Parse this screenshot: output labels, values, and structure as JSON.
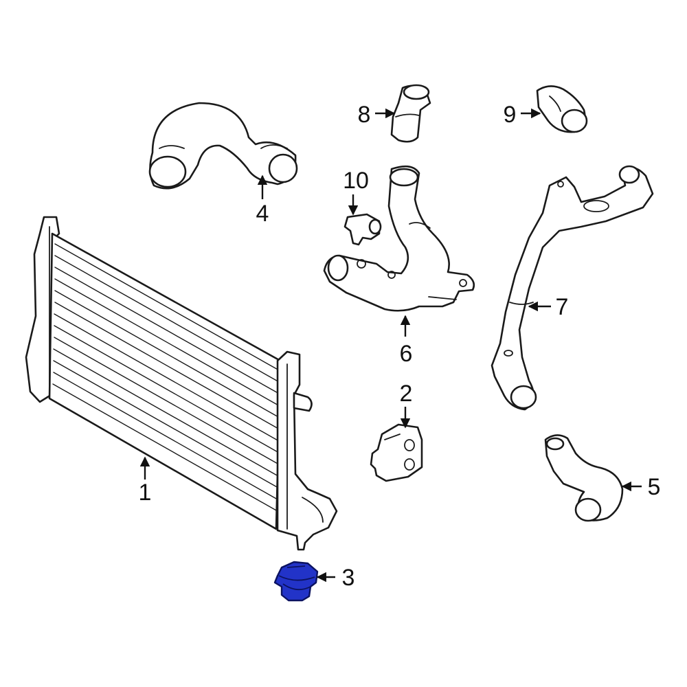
{
  "callouts": [
    {
      "id": "1",
      "label": "1",
      "highlighted": false
    },
    {
      "id": "2",
      "label": "2",
      "highlighted": false
    },
    {
      "id": "3",
      "label": "3",
      "highlighted": true
    },
    {
      "id": "4",
      "label": "4",
      "highlighted": false
    },
    {
      "id": "5",
      "label": "5",
      "highlighted": false
    },
    {
      "id": "6",
      "label": "6",
      "highlighted": false
    },
    {
      "id": "7",
      "label": "7",
      "highlighted": false
    },
    {
      "id": "8",
      "label": "8",
      "highlighted": false
    },
    {
      "id": "9",
      "label": "9",
      "highlighted": false
    },
    {
      "id": "10",
      "label": "10",
      "highlighted": false
    }
  ],
  "colors": {
    "line": "#1a1a1a",
    "highlight": "#2233c8",
    "background": "#ffffff"
  }
}
